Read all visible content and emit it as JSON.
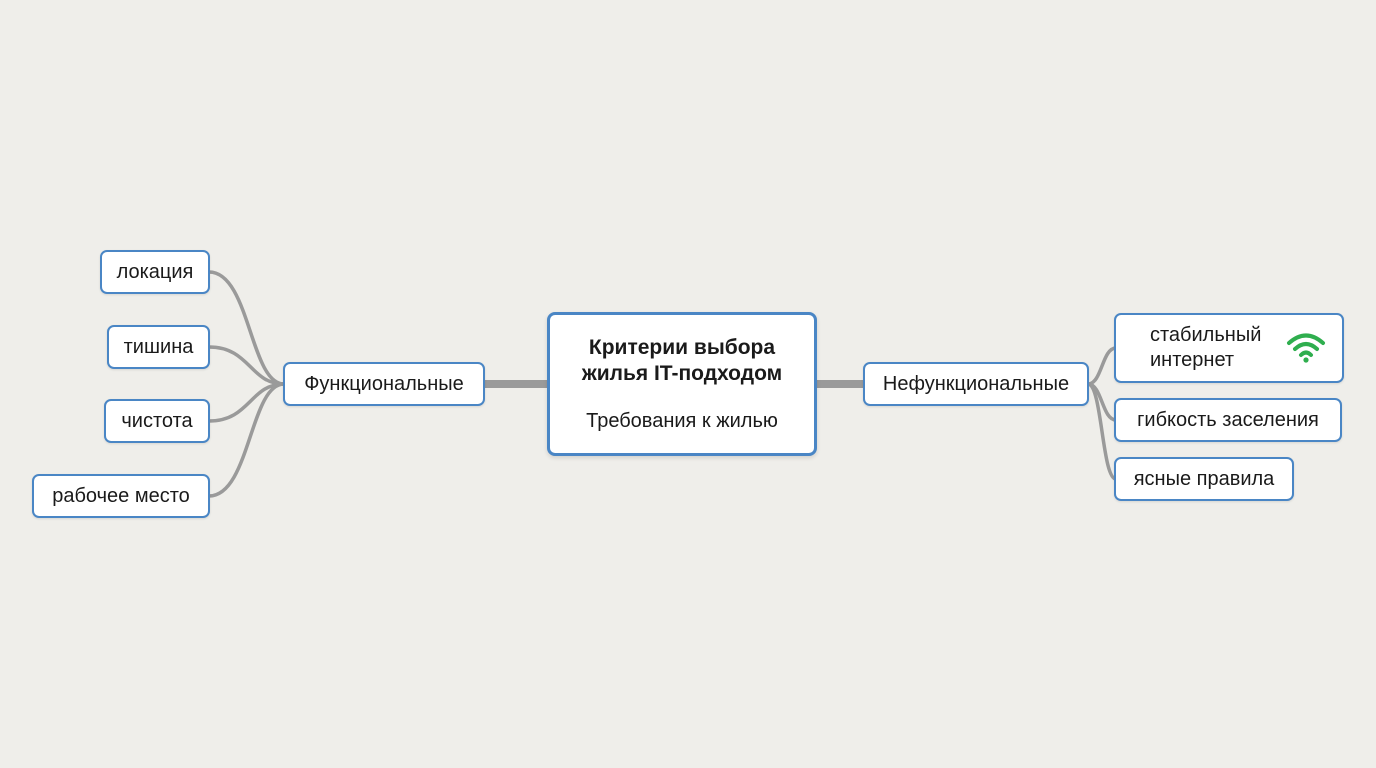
{
  "root": {
    "title": "Критерии выбора\nжилья IT-подходом",
    "subtitle": "Требования к жилью"
  },
  "branches": {
    "functional": {
      "label": "Функциональные",
      "items": [
        "локация",
        "тишина",
        "чистота",
        "рабочее место"
      ]
    },
    "nonfunctional": {
      "label": "Нефункциональные",
      "items": [
        "стабильный\nинтернет",
        "гибкость заселения",
        "ясные правила"
      ]
    }
  },
  "icons": {
    "internet": "wifi-icon"
  },
  "colors": {
    "background": "#efeeea",
    "node_border": "#4a86c5",
    "connector": "#9a9a9a",
    "wifi": "#2fae4e"
  }
}
